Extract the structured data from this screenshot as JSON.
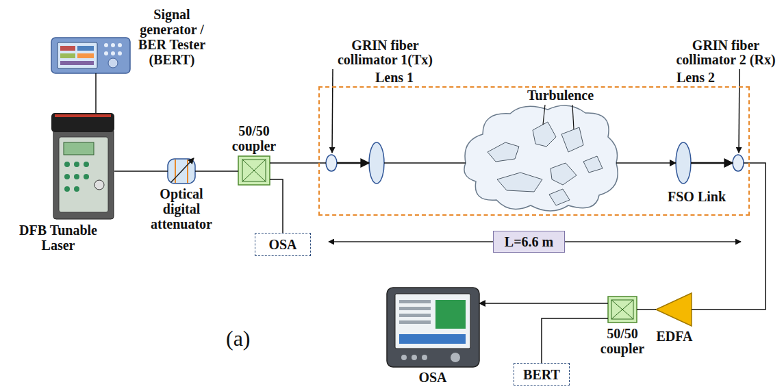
{
  "diagram": {
    "nodes": [
      {
        "text": [
          "Signal generator / BER Tester (BERT)"
        ]
      },
      {
        "text": [
          "DFB Tunable Laser"
        ]
      },
      {
        "text": [
          "Optical digital attenuator"
        ]
      },
      {
        "text": [
          "50/50 coupler"
        ]
      },
      {
        "text": [
          "OSA"
        ]
      },
      {
        "text": [
          "FSO Link"
        ]
      },
      {
        "text": [
          "GRIN fiber collimator 1(Tx)"
        ],
        "in": 5
      },
      {
        "text": [
          "Lens 1"
        ],
        "in": 5
      },
      {
        "text": [
          "Turbulence"
        ],
        "in": 5
      },
      {
        "text": [
          "Lens 2"
        ],
        "in": 5
      },
      {
        "text": [
          "GRIN fiber collimator 2 (Rx)"
        ],
        "in": 5
      },
      {
        "text": [
          "L=6.6 m"
        ]
      },
      {
        "text": [
          "EDFA"
        ]
      },
      {
        "text": [
          "50/50 coupler"
        ]
      },
      {
        "text": [
          "OSA"
        ]
      },
      {
        "text": [
          "BERT"
        ]
      }
    ],
    "edges": [
      {
        "from": 0,
        "to": 1,
        "arrow": "none"
      },
      {
        "from": 1,
        "to": 2,
        "arrow": "none"
      },
      {
        "from": 2,
        "to": 3,
        "arrow": "none"
      },
      {
        "from": 3,
        "to": 4,
        "arrow": "none"
      },
      {
        "from": 3,
        "to": 6,
        "arrow": "none"
      },
      {
        "from": 6,
        "to": 7,
        "arrow": "to"
      },
      {
        "from": 7,
        "to": 8,
        "arrow": "none"
      },
      {
        "from": 8,
        "to": 9,
        "arrow": "to"
      },
      {
        "from": 9,
        "to": 10,
        "arrow": "to"
      },
      {
        "from": 10,
        "to": 12,
        "arrow": "none"
      },
      {
        "from": 12,
        "to": 13,
        "arrow": "none"
      },
      {
        "from": 13,
        "to": 14,
        "arrow": "to"
      },
      {
        "from": 13,
        "to": 15,
        "arrow": "none"
      }
    ],
    "labels": [
      "(a)"
    ]
  }
}
